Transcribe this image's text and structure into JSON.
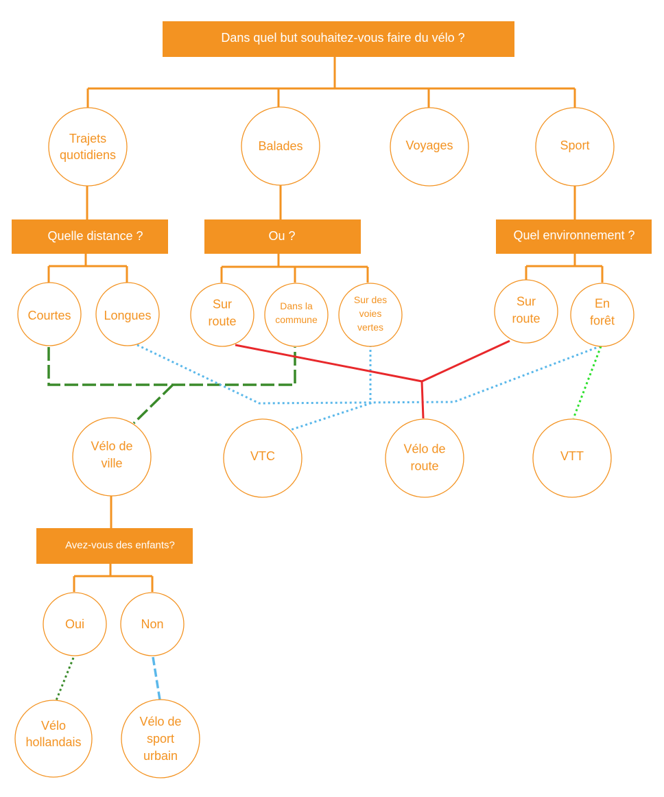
{
  "colors": {
    "accent": "#f39322",
    "box_text": "#ffffff",
    "node_text": "#f39322",
    "link_green_dashed": "#3a8a2a",
    "link_blue_dotted": "#5bb8ea",
    "link_red": "#e8282b",
    "link_lime_dotted": "#2ee02e"
  },
  "questions": {
    "main": "Dans quel but souhaitez-vous faire du vélo ?",
    "distance": "Quelle distance ?",
    "where": "Ou ?",
    "environment": "Quel environnement ?",
    "children": "Avez-vous des enfants?"
  },
  "purposes": {
    "commute": [
      "Trajets",
      "quotidiens"
    ],
    "rides": [
      "Balades"
    ],
    "travel": [
      "Voyages"
    ],
    "sport": [
      "Sport"
    ]
  },
  "options": {
    "short": [
      "Courtes"
    ],
    "long": [
      "Longues"
    ],
    "road_balade": [
      "Sur",
      "route"
    ],
    "town": [
      "Dans la",
      "commune"
    ],
    "greenways": [
      "Sur des",
      "voies",
      "vertes"
    ],
    "road_sport": [
      "Sur",
      "route"
    ],
    "forest": [
      "En",
      "forêt"
    ],
    "yes": [
      "Oui"
    ],
    "no": [
      "Non"
    ]
  },
  "bikes": {
    "city": [
      "Vélo de",
      "ville"
    ],
    "vtc": [
      "VTC"
    ],
    "road": [
      "Vélo de",
      "route"
    ],
    "vtt": [
      "VTT"
    ],
    "dutch": [
      "Vélo",
      "hollandais"
    ],
    "urban_sport": [
      "Vélo de",
      "sport",
      "urbain"
    ]
  }
}
